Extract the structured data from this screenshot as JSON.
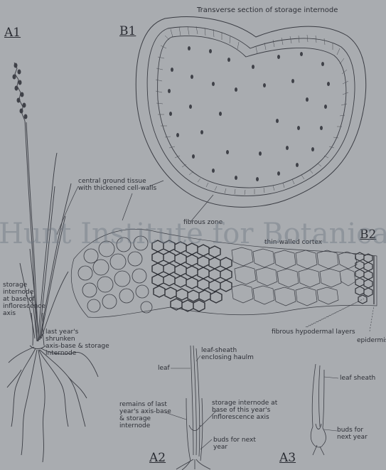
{
  "title": "Transverse section of storage internode",
  "panels": {
    "a1": "A1",
    "b1": "B1",
    "b2": "B2",
    "a2": "A2",
    "a3": "A3"
  },
  "labels": {
    "central_ground": "central ground tissue\nwith thickened cell-walls",
    "fibrous_zone": "fibrous zone",
    "thin_walled": "thin-walled cortex",
    "fibrous_hypodermal": "fibrous hypodermal layers",
    "epidermis": "epidermis",
    "storage_internode": "storage\ninternode\nat base of\ninflorescence\naxis",
    "last_years": "last year's\nshrunken\naxis-base & storage\ninternode",
    "leaf_sheath_enclosing": "leaf-sheath\nenclosing haulm",
    "leaf": "leaf",
    "remains": "remains of last\nyear's axis-base\n& storage\ninternode",
    "storage_internode_this": "storage internode at\nbase of this year's\ninflorescence axis",
    "buds_a2": "buds for next\nyear",
    "leaf_sheath": "leaf sheath",
    "buds_a3": "buds for\nnext year"
  },
  "watermark": "Hunt Institute for Botanical Documentation"
}
